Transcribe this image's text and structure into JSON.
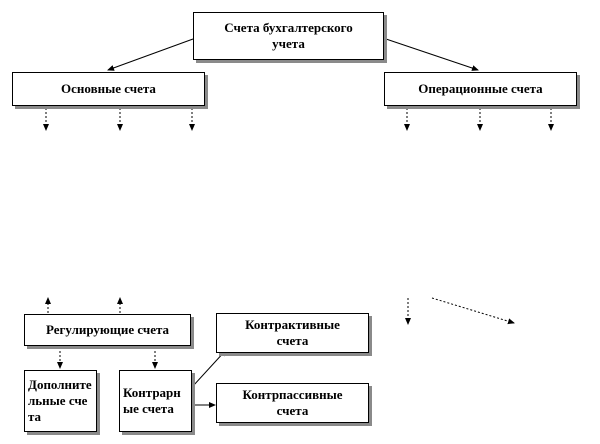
{
  "nodes": {
    "root": "Счета бухгалтерского учета",
    "main": "Основные счета",
    "operational": "Операционные счета",
    "regulating": "Регулирующие  счета",
    "contractive": "Контрактивные счета",
    "additional": "Дополнительные счета",
    "contrary": "Контрарные счета",
    "contrapassive": "Контрпассивные счета"
  }
}
